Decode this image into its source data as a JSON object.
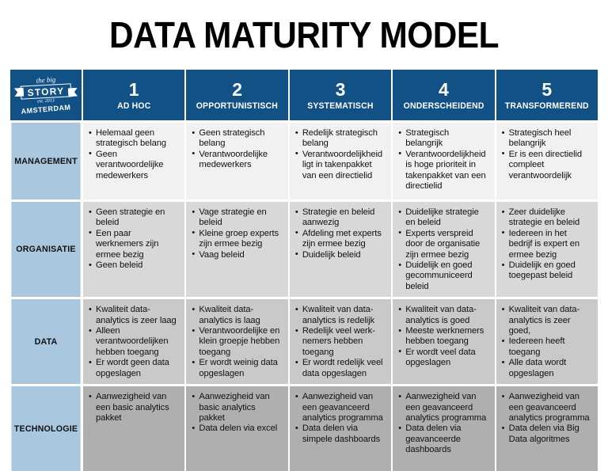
{
  "title": "DATA MATURITY MODEL",
  "colors": {
    "header_blue": "#125186",
    "row_label_blue": "#A9C8E0",
    "row1_gray": "#F1F1F1",
    "row2_gray": "#D8D8D8",
    "row3_gray": "#C9C9C9",
    "row4_gray": "#AFAFAF",
    "text": "#111111",
    "page_background": "#FFFFFF"
  },
  "logo": {
    "name": "the-big-story-amsterdam-logo",
    "line1": "the big",
    "line2": "STORY",
    "line3": "est. 2013",
    "line4": "AMSTERDAM"
  },
  "columns": [
    {
      "number": "1",
      "label": "AD HOC"
    },
    {
      "number": "2",
      "label": "OPPORTUNISTISCH"
    },
    {
      "number": "3",
      "label": "SYSTEMATISCH"
    },
    {
      "number": "4",
      "label": "ONDERSCHEIDEND"
    },
    {
      "number": "5",
      "label": "TRANSFORMEREND"
    }
  ],
  "rows": [
    {
      "label": "MANAGEMENT",
      "cells": [
        [
          "Helemaal geen strategisch belang",
          "Geen verantwoordelijke medewerkers"
        ],
        [
          "Geen strategisch belang",
          "Verantwoordelijke medewerkers"
        ],
        [
          "Redelijk strategisch belang",
          "Verantwoordelijkheid ligt in takenpakket van een directielid"
        ],
        [
          "Strategisch belangrijk",
          "Verantwoordelijkheid is hoge prioriteit in takenpakket van een directielid"
        ],
        [
          "Strategisch heel belangrijk",
          "Er is een directielid compleet verantwoordelijk"
        ]
      ]
    },
    {
      "label": "ORGANISATIE",
      "cells": [
        [
          "Geen strategie en beleid",
          "Een paar werknemers zijn ermee bezig",
          "Geen beleid"
        ],
        [
          "Vage strategie en beleid",
          "Kleine groep experts zijn ermee bezig",
          "Vaag beleid"
        ],
        [
          "Strategie en beleid aanwezig",
          "Afdeling met experts zijn ermee bezig",
          "Duidelijk beleid"
        ],
        [
          "Duidelijke strategie en beleid",
          "Experts verspreid door de organisatie zijn ermee bezig",
          "Duidelijk en goed gecommuniceerd beleid"
        ],
        [
          "Zeer duidelijke strategie en beleid",
          "Iedereen in het bedrijf is expert en ermee bezig",
          "Duidelijk en goed toegepast beleid"
        ]
      ]
    },
    {
      "label": "DATA",
      "cells": [
        [
          "Kwaliteit data-analytics is zeer laag",
          "Alleen verantwoordelijken hebben toegang",
          "Er wordt geen data opgeslagen"
        ],
        [
          "Kwaliteit data-analytics is laag",
          "Verantwoordelijke en klein groepje hebben toegang",
          "Er wordt weinig data opgeslagen"
        ],
        [
          "Kwaliteit van data-analytics is redelijk",
          "Redelijk veel werk-nemers hebben toegang",
          "Er wordt redelijk veel data opgeslagen"
        ],
        [
          "Kwaliteit van data-analytics is goed",
          "Meeste werknemers hebben toegang",
          "Er wordt veel data opgeslagen"
        ],
        [
          "Kwaliteit van data-analytics is zeer goed,",
          "Iedereen heeft toegang",
          "Alle data wordt opgeslagen"
        ]
      ]
    },
    {
      "label": "TECHNOLOGIE",
      "cells": [
        [
          "Aanwezigheid van een basic analytics pakket"
        ],
        [
          "Aanwezigheid van basic analytics pakket",
          "Data delen via excel"
        ],
        [
          "Aanwezigheid van een geavanceerd analytics programma",
          "Data delen via simpele dashboards"
        ],
        [
          "Aanwezigheid van een geavanceerd analytics programma",
          "Data delen via geavanceerde dashboards"
        ],
        [
          "Aanwezigheid van een geavanceerd analytics programma",
          "Data delen via Big Data algoritmes"
        ]
      ]
    }
  ]
}
